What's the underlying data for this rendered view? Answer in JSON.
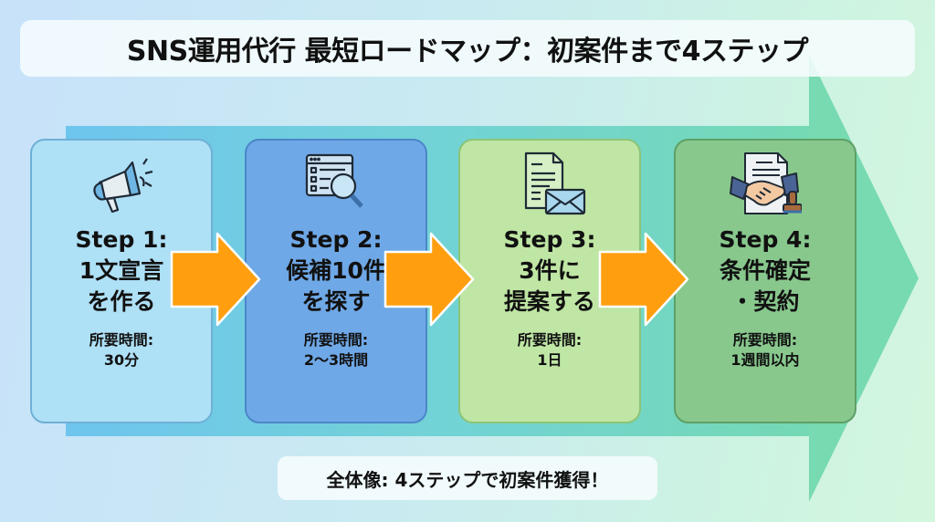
{
  "title": "SNS運用代行 最短ロードマップ：初案件まで4ステップ",
  "colors": {
    "arrow_shaft_left": "#6ec5ee",
    "arrow_shaft_right": "#6fd9b0",
    "arrow_head": "#78dab0",
    "step_arrow": "#ff9f0f",
    "card_1": "#aee0f6",
    "card_2": "#6fa8e6",
    "card_3": "#bfe6a4",
    "card_4": "#88c88d"
  },
  "steps": [
    {
      "icon": "megaphone-icon",
      "step_label": "Step 1:",
      "action": "1文宣言\nを作る",
      "time_label": "所要時間:",
      "time_value": "30分"
    },
    {
      "icon": "search-document-icon",
      "step_label": "Step 2:",
      "action": "候補10件\nを探す",
      "time_label": "所要時間:",
      "time_value": "2〜3時間"
    },
    {
      "icon": "document-envelope-icon",
      "step_label": "Step 3:",
      "action": "3件に\n提案する",
      "time_label": "所要時間:",
      "time_value": "1日"
    },
    {
      "icon": "handshake-contract-icon",
      "step_label": "Step 4:",
      "action": "条件確定\n・契約",
      "time_label": "所要時間:",
      "time_value": "1週間以内"
    }
  ],
  "summary": "全体像: 4ステップで初案件獲得！"
}
